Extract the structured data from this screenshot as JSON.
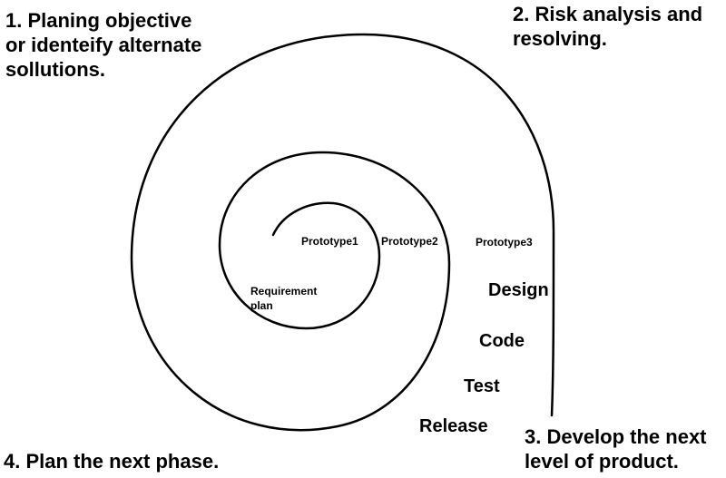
{
  "quadrants": {
    "q1": "1. Planing objective\nor identeify alternate\nsollutions.",
    "q2": "2. Risk analysis and\nresolving.",
    "q3": "3. Develop the next\nlevel of product.",
    "q4": "4. Plan the next phase."
  },
  "prototypes": [
    "Prototype1",
    "Prototype2",
    "Prototype3"
  ],
  "requirement": "Requirement\nplan",
  "steps": [
    "Design",
    "Code",
    "Test",
    "Release"
  ],
  "colors": {
    "stroke": "#000000",
    "background": "#ffffff"
  }
}
